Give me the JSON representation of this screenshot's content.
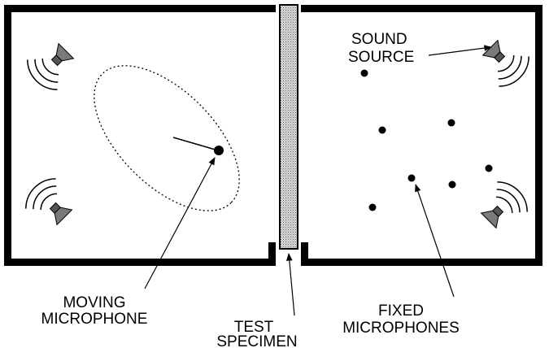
{
  "labels": {
    "sound_source_line1": "SOUND",
    "sound_source_line2": "SOURCE",
    "moving_mic_line1": "MOVING",
    "moving_mic_line2": "MICROPHONE",
    "test_specimen_line1": "TEST",
    "test_specimen_line2": "SPECIMEN",
    "fixed_mics_line1": "FIXED",
    "fixed_mics_line2": "MICROPHONES"
  },
  "colors": {
    "ink": "#000000",
    "specimen_fill": "#c8c8c8",
    "speaker_fill": "#6e6e6e"
  },
  "icons": [
    "loudspeaker-icon",
    "microphone-dot-icon"
  ]
}
